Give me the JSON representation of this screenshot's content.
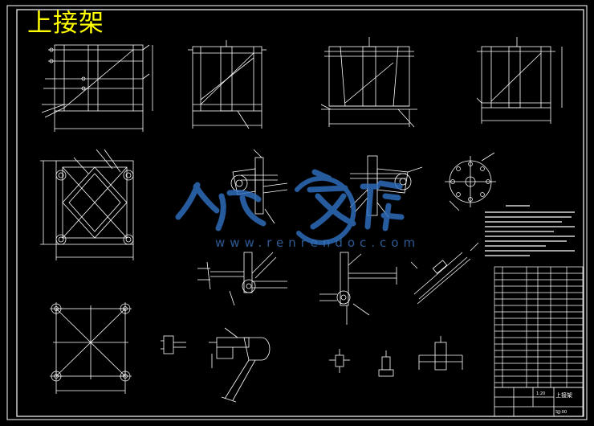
{
  "drawing": {
    "title": "上接架",
    "watermark_url": "www.renrendoc.com",
    "title_block": {
      "name": "上接架",
      "scale": "1:20",
      "drawing_no": "SJJ-00"
    }
  },
  "colors": {
    "background": "#000000",
    "frame": "#ffffff",
    "title": "#ffff00",
    "watermark": "#2f6fc0"
  }
}
